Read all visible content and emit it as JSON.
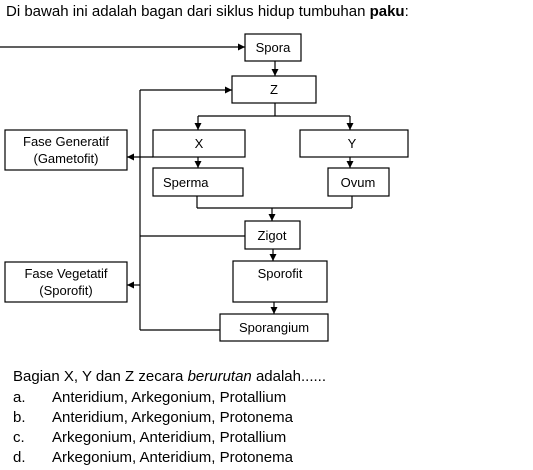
{
  "intro": {
    "text": "Di bawah ini adalah bagan dari siklus hidup tumbuhan ",
    "bold": "paku",
    "end": ":"
  },
  "diagram": {
    "spora": "Spora",
    "z": "Z",
    "x": "X",
    "y": "Y",
    "sperma": "Sperma",
    "ovum": "Ovum",
    "zigot": "Zigot",
    "sporofit": "Sporofit",
    "sporangium": "Sporangium",
    "fase_generatif_line1": "Fase Generatif",
    "fase_generatif_line2": "(Gametofit)",
    "fase_vegetatif_line1": "Fase Vegetatif",
    "fase_vegetatif_line2": "(Sporofit)"
  },
  "question": {
    "part1": "Bagian X, Y dan Z zecara ",
    "italic": "berurutan",
    "part2": " adalah......"
  },
  "options": [
    {
      "key": "a.",
      "text": "Anteridium, Arkegonium, Protallium"
    },
    {
      "key": "b.",
      "text": "Anteridium, Arkegonium, Protonema"
    },
    {
      "key": "c.",
      "text": "Arkegonium, Anteridium, Protallium"
    },
    {
      "key": "d.",
      "text": "Arkegonium, Anteridium, Protonema"
    }
  ]
}
